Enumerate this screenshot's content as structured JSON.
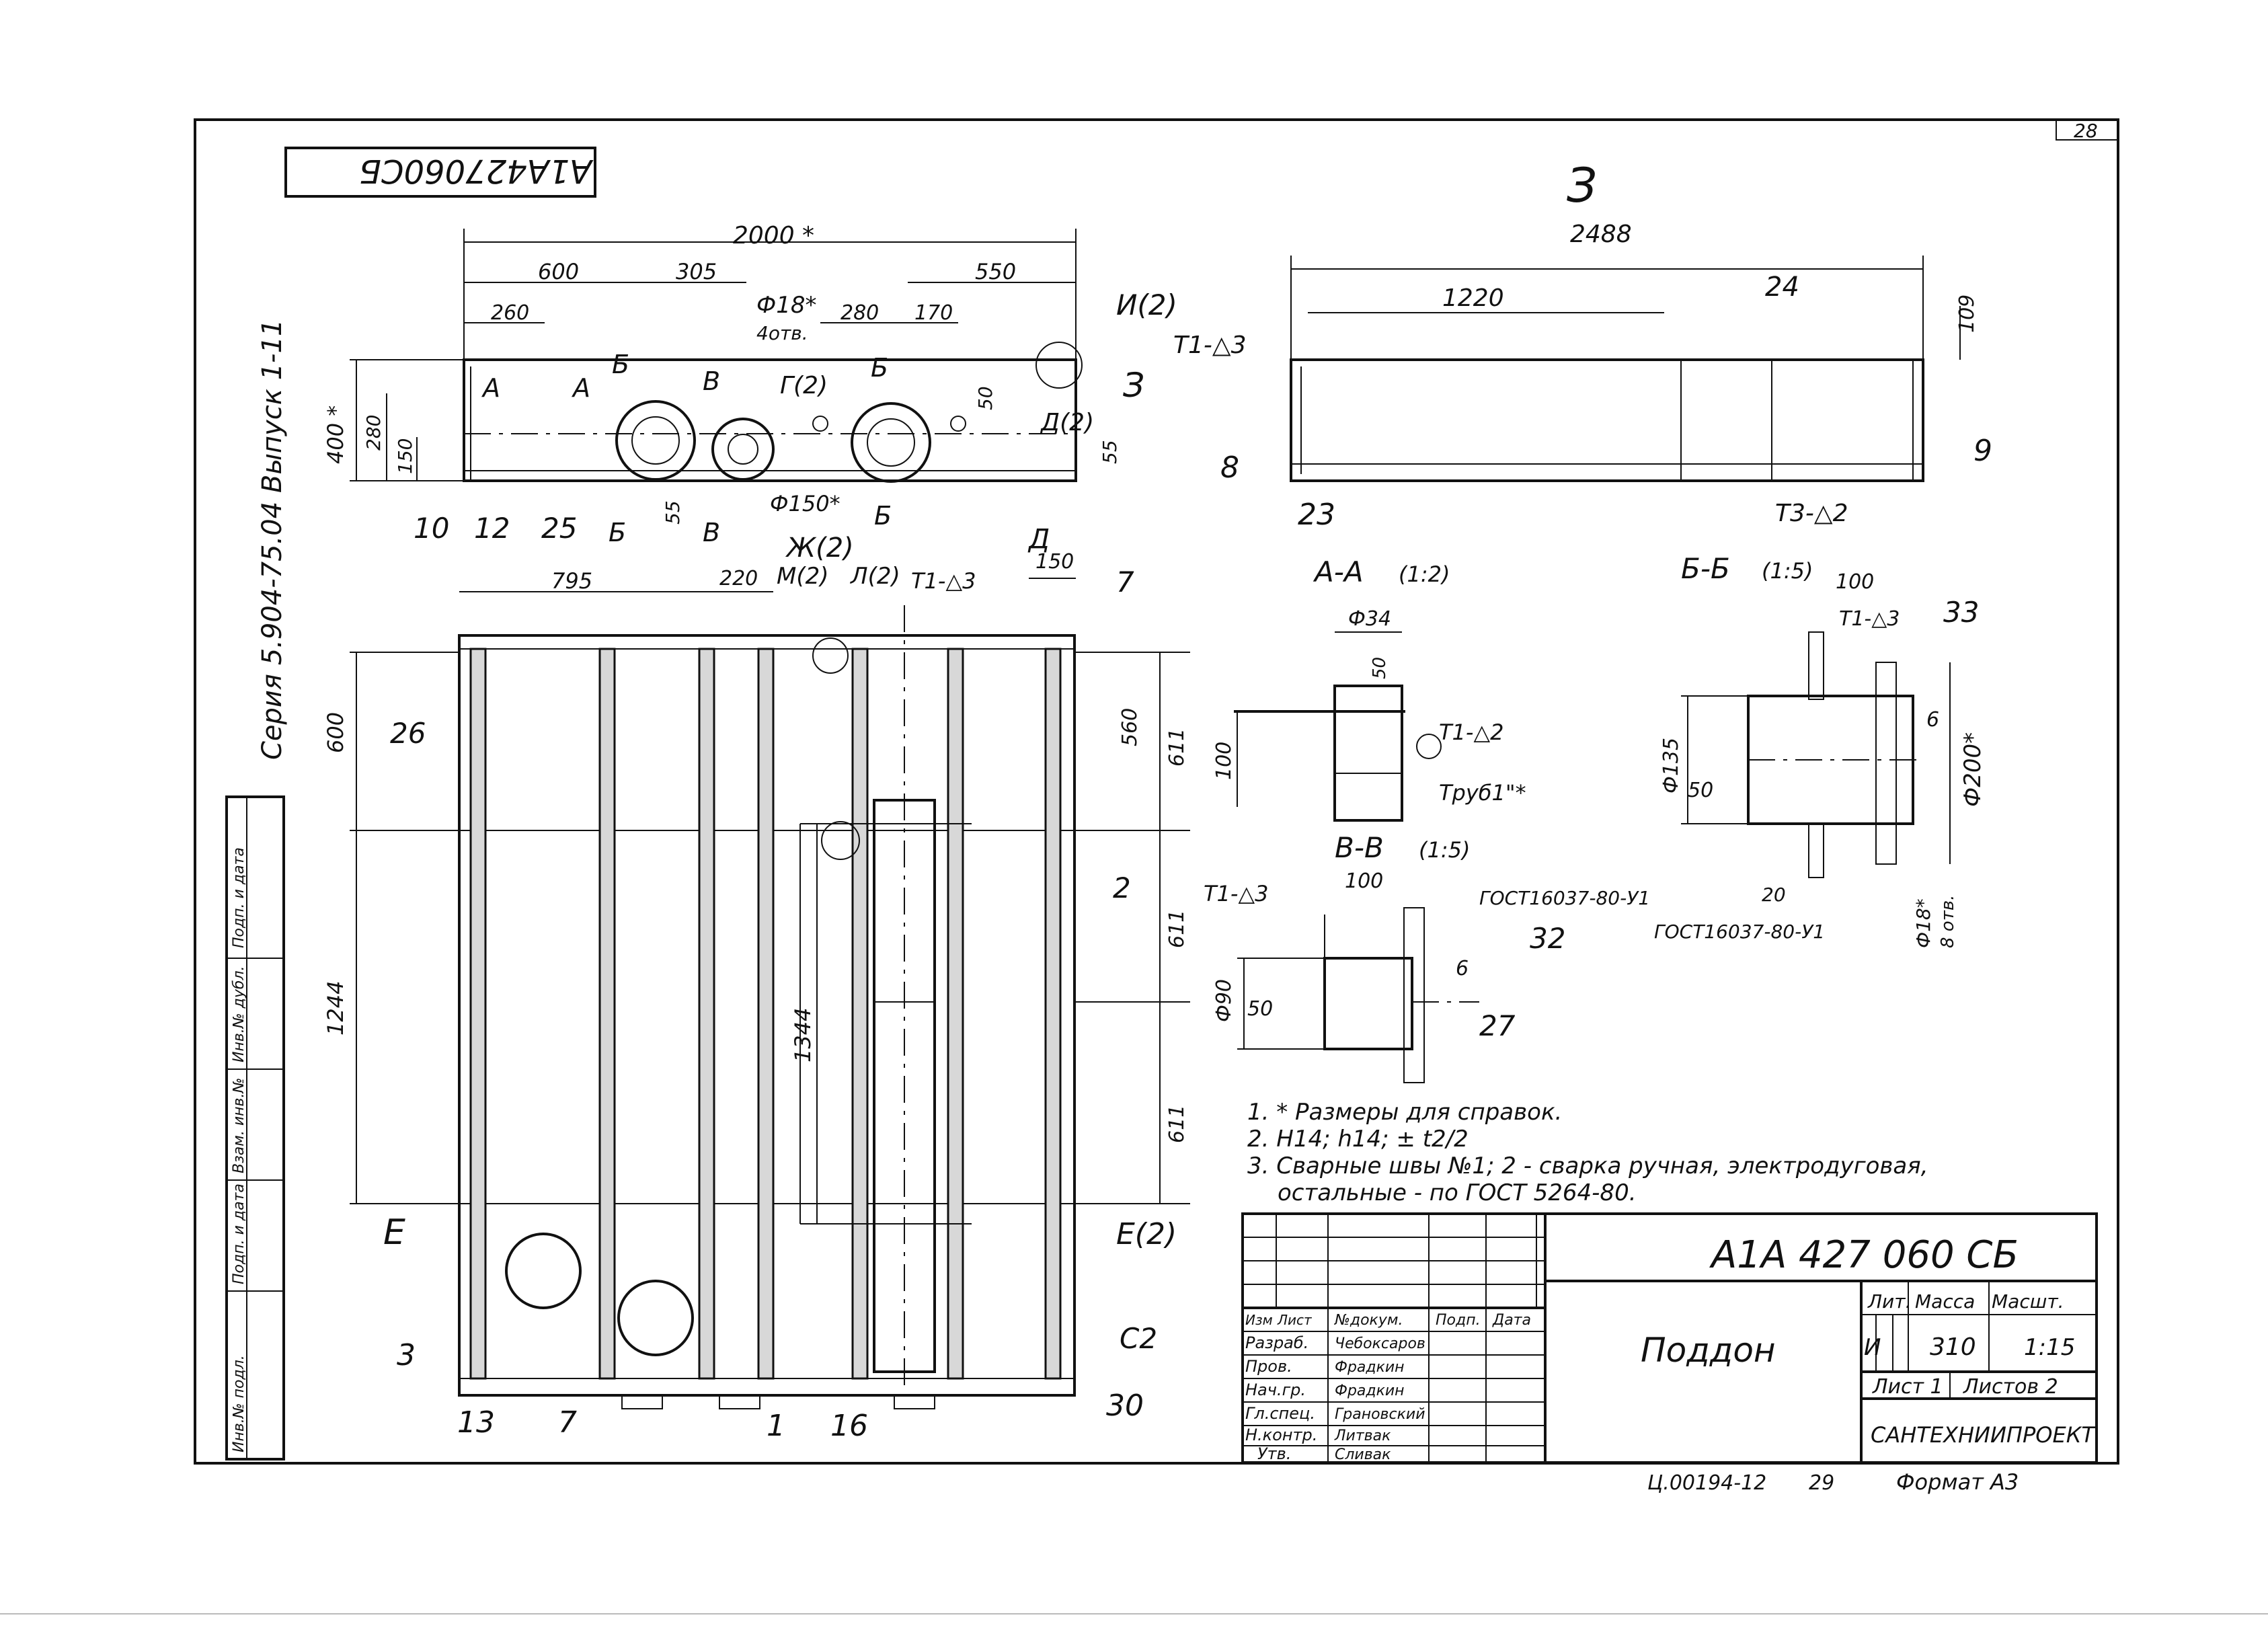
{
  "sheet_number": "28",
  "title_stamp_rotated": "А1А427060СБ",
  "side_series": "Серия 5.904-75.04 Выпуск 1-11",
  "side_columns": [
    "Подп. и дата",
    "Инв.№ дубл.",
    "Взам. инв.№",
    "Подп. и дата",
    "Инв.№ подл."
  ],
  "view3": {
    "label": "З",
    "dims": [
      "2488",
      "1220",
      "109"
    ],
    "weld_a": "Т1-△3",
    "weld_b": "Т3-△2",
    "callouts": [
      "8",
      "23",
      "24",
      "9"
    ]
  },
  "front_view": {
    "dims": [
      "2000 *",
      "600",
      "305",
      "550",
      "260",
      "280",
      "170",
      "400 *",
      "280",
      "150",
      "50",
      "55",
      "55",
      "150"
    ],
    "notes": [
      "Ф18*",
      "4отв.",
      "Ф150*"
    ],
    "sections": [
      "А",
      "А",
      "Б",
      "В",
      "Г(2)",
      "Б",
      "Б",
      "Б",
      "В",
      "Д(2)",
      "Д",
      "И(2)",
      "З"
    ],
    "callouts": [
      "10",
      "12",
      "25"
    ]
  },
  "plan_view": {
    "dims": [
      "795",
      "220",
      "600",
      "1244",
      "1344",
      "560",
      "611",
      "611",
      "611"
    ],
    "marks": [
      "Ж(2)",
      "М(2)",
      "Л(2)",
      "Т1-△3",
      "Е",
      "Е(2)"
    ],
    "callouts": [
      "26",
      "7",
      "2",
      "3",
      "13",
      "7",
      "1",
      "16",
      "30",
      "С2"
    ]
  },
  "section_aa": {
    "title": "А-А",
    "scale": "(1:2)",
    "dims": [
      "Ф34",
      "50",
      "100"
    ],
    "weld": "Т1-△2",
    "pipe": "Труб1\"*"
  },
  "section_bb": {
    "title": "Б-Б",
    "scale": "(1:5)",
    "dims": [
      "100",
      "Ф135",
      "50",
      "6",
      "Ф200*",
      "20",
      "Ф18*",
      "8 отв."
    ],
    "weld": "Т1-△3",
    "callout": "33",
    "gost": "ГОСТ16037-80-У1"
  },
  "section_vv": {
    "title": "В-В",
    "scale": "(1:5)",
    "dims": [
      "100",
      "Ф90",
      "50",
      "6"
    ],
    "weld": "Т1-△3",
    "gost": "ГОСТ16037-80-У1",
    "callouts": [
      "32",
      "27"
    ]
  },
  "notes": [
    "1. * Размеры для справок.",
    "2. Н14; h14; ± t2/2",
    "3. Сварные швы №1; 2 - сварка ручная, электродуговая,",
    "остальные - по ГОСТ 5264-80."
  ],
  "title_block": {
    "code": "А1А 427 060 СБ",
    "name": "Поддон",
    "header_cols": [
      "Изм",
      "Лист",
      "№докум.",
      "Подп.",
      "Дата"
    ],
    "rows": [
      {
        "role": "Разраб.",
        "name": "Чебоксаров"
      },
      {
        "role": "Пров.",
        "name": "Фрадкин"
      },
      {
        "role": "Нач.гр.",
        "name": "Фрадкин"
      },
      {
        "role": "Гл.спец.",
        "name": "Грановский"
      },
      {
        "role": "Н.контр.",
        "name": "Литвак"
      },
      {
        "role": "Утв.",
        "name": "Сливак"
      }
    ],
    "lit_label": "Лит.",
    "mass_label": "Масса",
    "scale_label": "Масшт.",
    "lit": "И",
    "mass": "310",
    "scale": "1:15",
    "sheet": "Лист 1",
    "sheets": "Листов 2",
    "org": "САНТЕХНИИПРОЕКТ"
  },
  "footer": {
    "code": "Ц.00194-12",
    "num": "29",
    "format": "Формат А3"
  }
}
